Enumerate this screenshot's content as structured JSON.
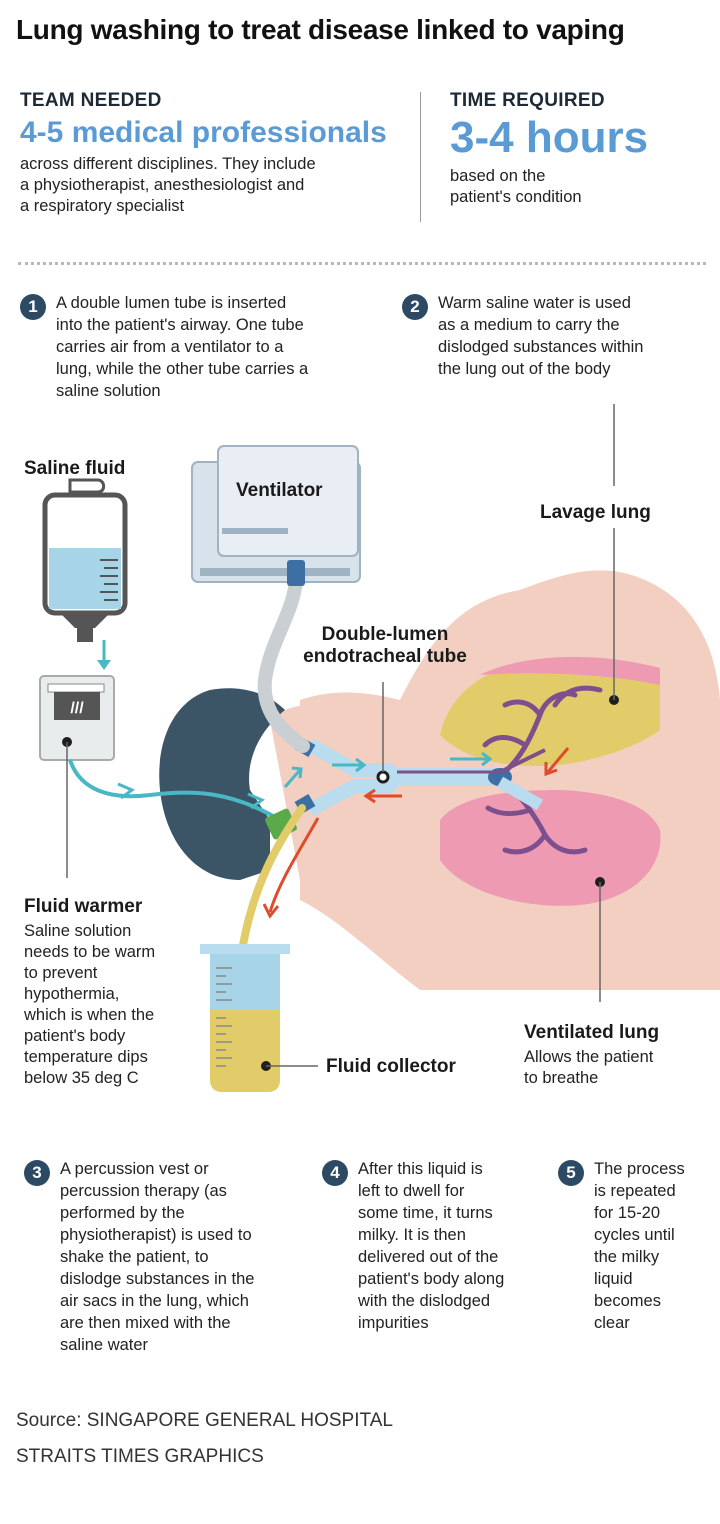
{
  "title": "Lung washing to treat disease linked to vaping",
  "team": {
    "heading": "TEAM NEEDED",
    "value": "4-5 medical professionals",
    "desc_lines": [
      "across different disciplines. They include",
      "a physiotherapist, anesthesiologist and",
      "a respiratory specialist"
    ]
  },
  "time": {
    "heading": "TIME REQUIRED",
    "value": "3-4 hours",
    "desc_lines": [
      "based on the",
      "patient's condition"
    ]
  },
  "steps": [
    {
      "num": "1",
      "lines": [
        "A double lumen tube is inserted",
        "into the patient's airway. One tube",
        "carries air from a ventilator to a",
        "lung, while the other tube carries a",
        "saline solution"
      ]
    },
    {
      "num": "2",
      "lines": [
        "Warm saline water is used",
        "as a medium to carry the",
        "dislodged substances within",
        "the lung out of the body"
      ]
    },
    {
      "num": "3",
      "lines": [
        "A percussion vest or",
        "percussion therapy (as",
        "performed by the",
        "physiotherapist) is used to",
        "shake the patient, to",
        "dislodge substances in the",
        "air sacs in the lung, which",
        "are then mixed with the",
        "saline water"
      ]
    },
    {
      "num": "4",
      "lines": [
        "After this liquid is",
        "left to dwell for",
        "some time, it turns",
        "milky. It is then",
        "delivered out of the",
        "patient's body along",
        "with the dislodged",
        "impurities"
      ]
    },
    {
      "num": "5",
      "lines": [
        "The process",
        "is repeated",
        "for 15-20",
        "cycles until",
        "the milky",
        "liquid",
        "becomes",
        "clear"
      ]
    }
  ],
  "labels": {
    "saline_fluid": "Saline fluid",
    "ventilator": "Ventilator",
    "lavage_lung": "Lavage lung",
    "tube_line1": "Double-lumen",
    "tube_line2": "endotracheal tube",
    "fluid_warmer": "Fluid warmer",
    "fluid_warmer_desc": [
      "Saline solution",
      "needs to be warm",
      "to prevent",
      "hypothermia,",
      "which is when the",
      "patient's body",
      "temperature dips",
      "below 35 deg C"
    ],
    "fluid_collector": "Fluid collector",
    "ventilated_lung": "Ventilated lung",
    "ventilated_lung_desc": [
      "Allows the patient",
      "to breathe"
    ],
    "warmer_display": "///"
  },
  "source": {
    "line1": "Source: SINGAPORE GENERAL HOSPITAL",
    "line2": "STRAITS TIMES GRAPHICS"
  },
  "colors": {
    "accent_blue": "#5b9bd5",
    "navy": "#2c4a63",
    "skin": "#f2cfc0",
    "lung_yellow": "#e2cc6a",
    "lung_pink": "#ee9ab3",
    "bronchi_purple": "#7e4f8d",
    "saline_blue": "#a8d4e8",
    "arrow_red": "#e04b2c",
    "arrow_teal": "#49b8c4"
  }
}
